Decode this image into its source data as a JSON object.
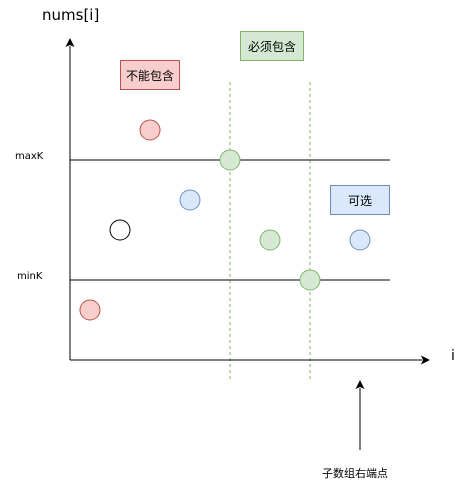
{
  "axes": {
    "y_label": "nums[i]",
    "x_label": "i"
  },
  "lines": {
    "max_label": "maxK",
    "min_label": "minK"
  },
  "tags": {
    "cannot_include": "不能包含",
    "must_include": "必须包含",
    "optional": "可选"
  },
  "pointer": {
    "label": "子数组右端点"
  },
  "colors": {
    "red_fill": "#f8cecc",
    "red_stroke": "#b85450",
    "green_fill": "#d5e8d4",
    "green_stroke": "#82b366",
    "blue_fill": "#dae8fc",
    "blue_stroke": "#6c8ebf",
    "black": "#000000"
  },
  "points": [
    {
      "color": "red"
    },
    {
      "color": "red"
    },
    {
      "color": "none"
    },
    {
      "color": "blue"
    },
    {
      "color": "green"
    },
    {
      "color": "green"
    },
    {
      "color": "green"
    },
    {
      "color": "blue"
    }
  ]
}
